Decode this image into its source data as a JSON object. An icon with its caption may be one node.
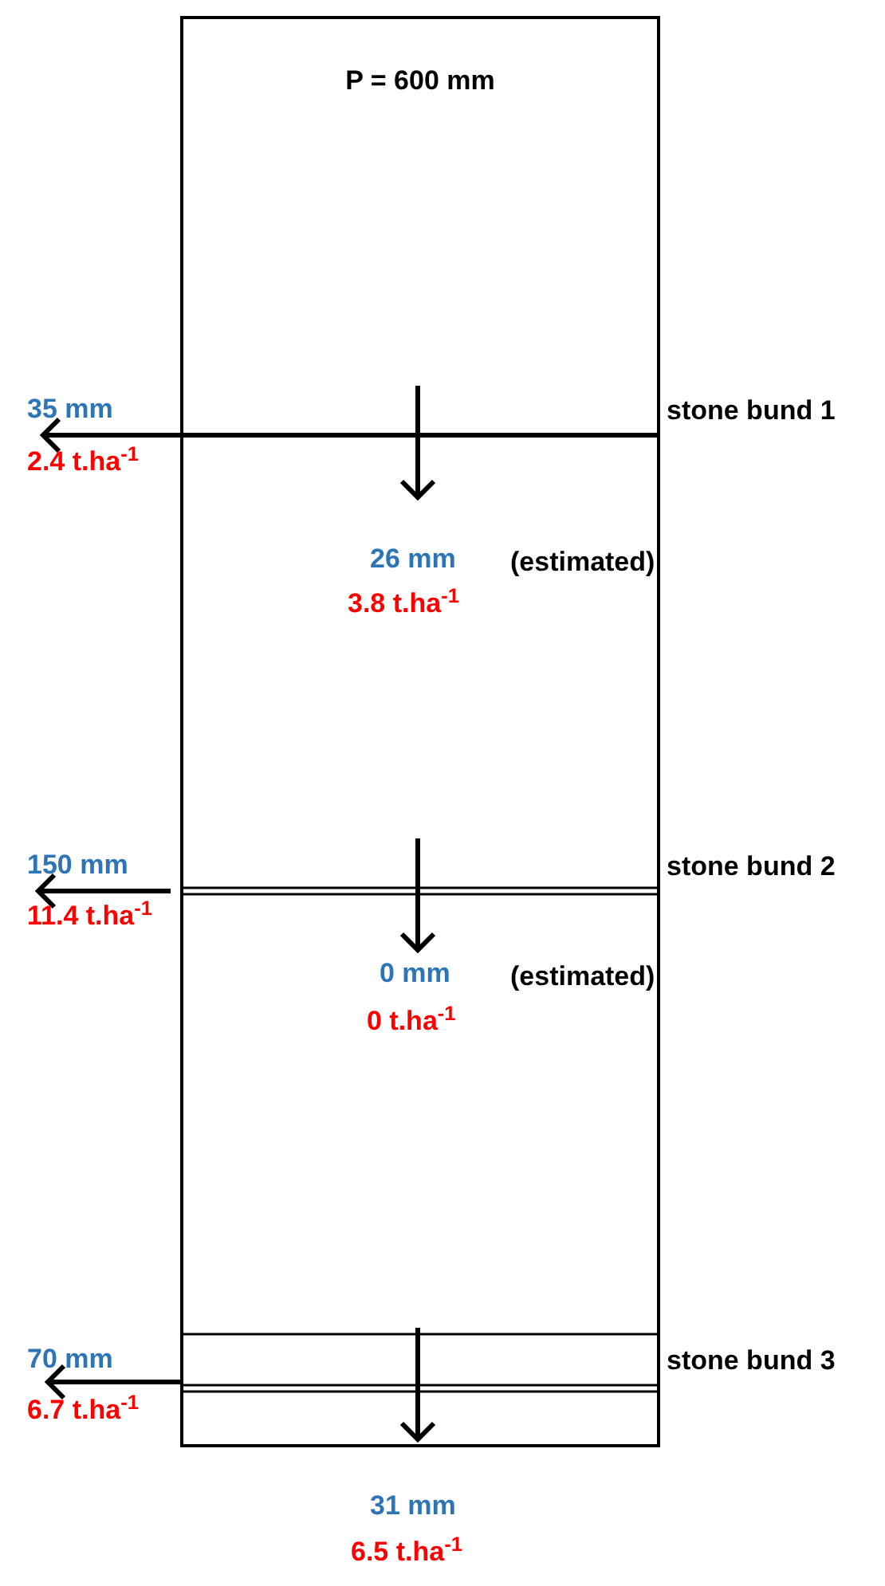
{
  "diagram": {
    "nodes": [
      {
        "text": [
          "P = 600 mm"
        ]
      }
    ],
    "labels": [
      "35 mm",
      "stone bund 1",
      "2.4 t.ha$^{-1}$",
      "26 mm",
      "(estimated)",
      "3.8 t.ha$^{-1}$",
      "150 mm",
      "stone bund 2",
      "11.4 t.ha$^{-1}$",
      "0 mm",
      "(estimated)",
      "0 t.ha$^{-1}$",
      "70 mm",
      "stone bund 3",
      "6.7 t.ha$^{-1}$",
      "31 mm",
      "6.5 t.ha$^{-1}$"
    ]
  }
}
